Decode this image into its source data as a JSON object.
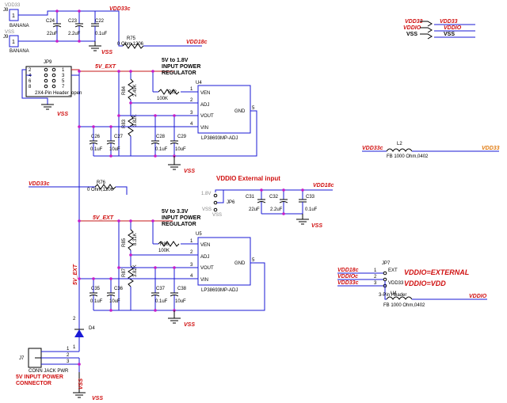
{
  "nets": {
    "vdd33c": "VDD33c",
    "vdd18c": "VDD18c",
    "vss": "VSS",
    "v5ext": "5V_EXT",
    "vdd33": "VDD33",
    "vddio": "VDDIO",
    "vddioc": "VDDIOc",
    "v18": "1.8V",
    "vdd_gray": "VDD33"
  },
  "connectors": {
    "j8": {
      "ref": "J8",
      "pin": "1",
      "name": "BANANA"
    },
    "j9": {
      "ref": "J9",
      "pin": "1",
      "name": "BANANA"
    },
    "jp9": {
      "ref": "JP9",
      "name": "2X4-Pin Header_open",
      "pins_left": [
        "2",
        "4",
        "6",
        "8"
      ],
      "pins_right": [
        "1",
        "3",
        "5",
        "7"
      ]
    },
    "jp6": {
      "ref": "JP6"
    },
    "jp7": {
      "ref": "JP7",
      "pins": [
        "1",
        "2",
        "3"
      ],
      "ext": "EXT",
      "vdd": "VDD33",
      "name": "3-Pin Header",
      "ref2": "U4"
    },
    "j7": {
      "ref": "J7",
      "name": "CONN JACK PWR",
      "pins": [
        "1",
        "2",
        "3"
      ]
    }
  },
  "caps_top": [
    {
      "ref": "C24",
      "val": "22uF"
    },
    {
      "ref": "C23",
      "val": "2.2uF"
    },
    {
      "ref": "C22",
      "val": "0.1uF"
    }
  ],
  "resistors": {
    "r75": {
      "ref": "R75",
      "val": "0 Ohm,1206"
    },
    "r76": {
      "ref": "R76",
      "val": "0 Ohm,1206"
    },
    "r82": {
      "ref": "R82",
      "val": "100K"
    },
    "r86": {
      "ref": "R86",
      "val": "100K"
    },
    "r84": {
      "ref": "R84",
      "val": "2.49K"
    },
    "r83": {
      "ref": "R83",
      "val": "3.82K"
    },
    "r85": {
      "ref": "R85",
      "val": "8.31K"
    },
    "r87": {
      "ref": "R87",
      "val": "3.82K"
    }
  },
  "reg1": {
    "title1": "5V to 1.8V",
    "title2": "INPUT POWER",
    "title3": "REGULATOR",
    "ref": "U4",
    "part": "LP38693MP-ADJ",
    "pins": {
      "ven": "VEN",
      "adj": "ADJ",
      "vout": "VOUT",
      "vin": "VIN",
      "gnd": "GND"
    },
    "pin_nums": [
      "1",
      "2",
      "3",
      "4",
      "5"
    ],
    "caps": [
      {
        "ref": "C26",
        "val": "0.1uF"
      },
      {
        "ref": "C27",
        "val": "10uF"
      },
      {
        "ref": "C28",
        "val": "0.1uF"
      },
      {
        "ref": "C29",
        "val": "10uF"
      }
    ]
  },
  "reg2": {
    "title1": "5V to 3.3V",
    "title2": "INPUT POWER",
    "title3": "REGULATOR",
    "ref": "U5",
    "part": "LP38693MP-ADJ",
    "pins": {
      "ven": "VEN",
      "adj": "ADJ",
      "vout": "VOUT",
      "vin": "VIN",
      "gnd": "GND"
    },
    "pin_nums": [
      "1",
      "2",
      "3",
      "4",
      "5"
    ],
    "caps": [
      {
        "ref": "C35",
        "val": "0.1uF"
      },
      {
        "ref": "C36",
        "val": "10uF"
      },
      {
        "ref": "C37",
        "val": "0.1uF"
      },
      {
        "ref": "C38",
        "val": "10uF"
      }
    ]
  },
  "vddio_ext": {
    "title": "VDDIO External input",
    "caps": [
      {
        "ref": "C31",
        "val": "22uF"
      },
      {
        "ref": "C32",
        "val": "2.2uF"
      },
      {
        "ref": "C33",
        "val": "0.1uF"
      }
    ]
  },
  "ferrites": {
    "l2": {
      "ref": "L2",
      "val": "FB 1000 Ohm,0402"
    },
    "l4": {
      "val": "FB 1000 Ohm,0402"
    }
  },
  "labels": {
    "vddio_external": "VDDIO=EXTERNAL",
    "vddio_vdd": "VDDIO=VDD",
    "diode": "D4",
    "d_pin1": "1",
    "d_pin2": "2",
    "conn_note1": "5V INPUT POWER",
    "conn_note2": "CONNECTOR",
    "v5ext_vertical": "5V_EXT"
  },
  "colors": {
    "wire": "#1a1ad6",
    "net": "#d01010",
    "junction": "#c81cc8",
    "orange": "#e07a10"
  }
}
